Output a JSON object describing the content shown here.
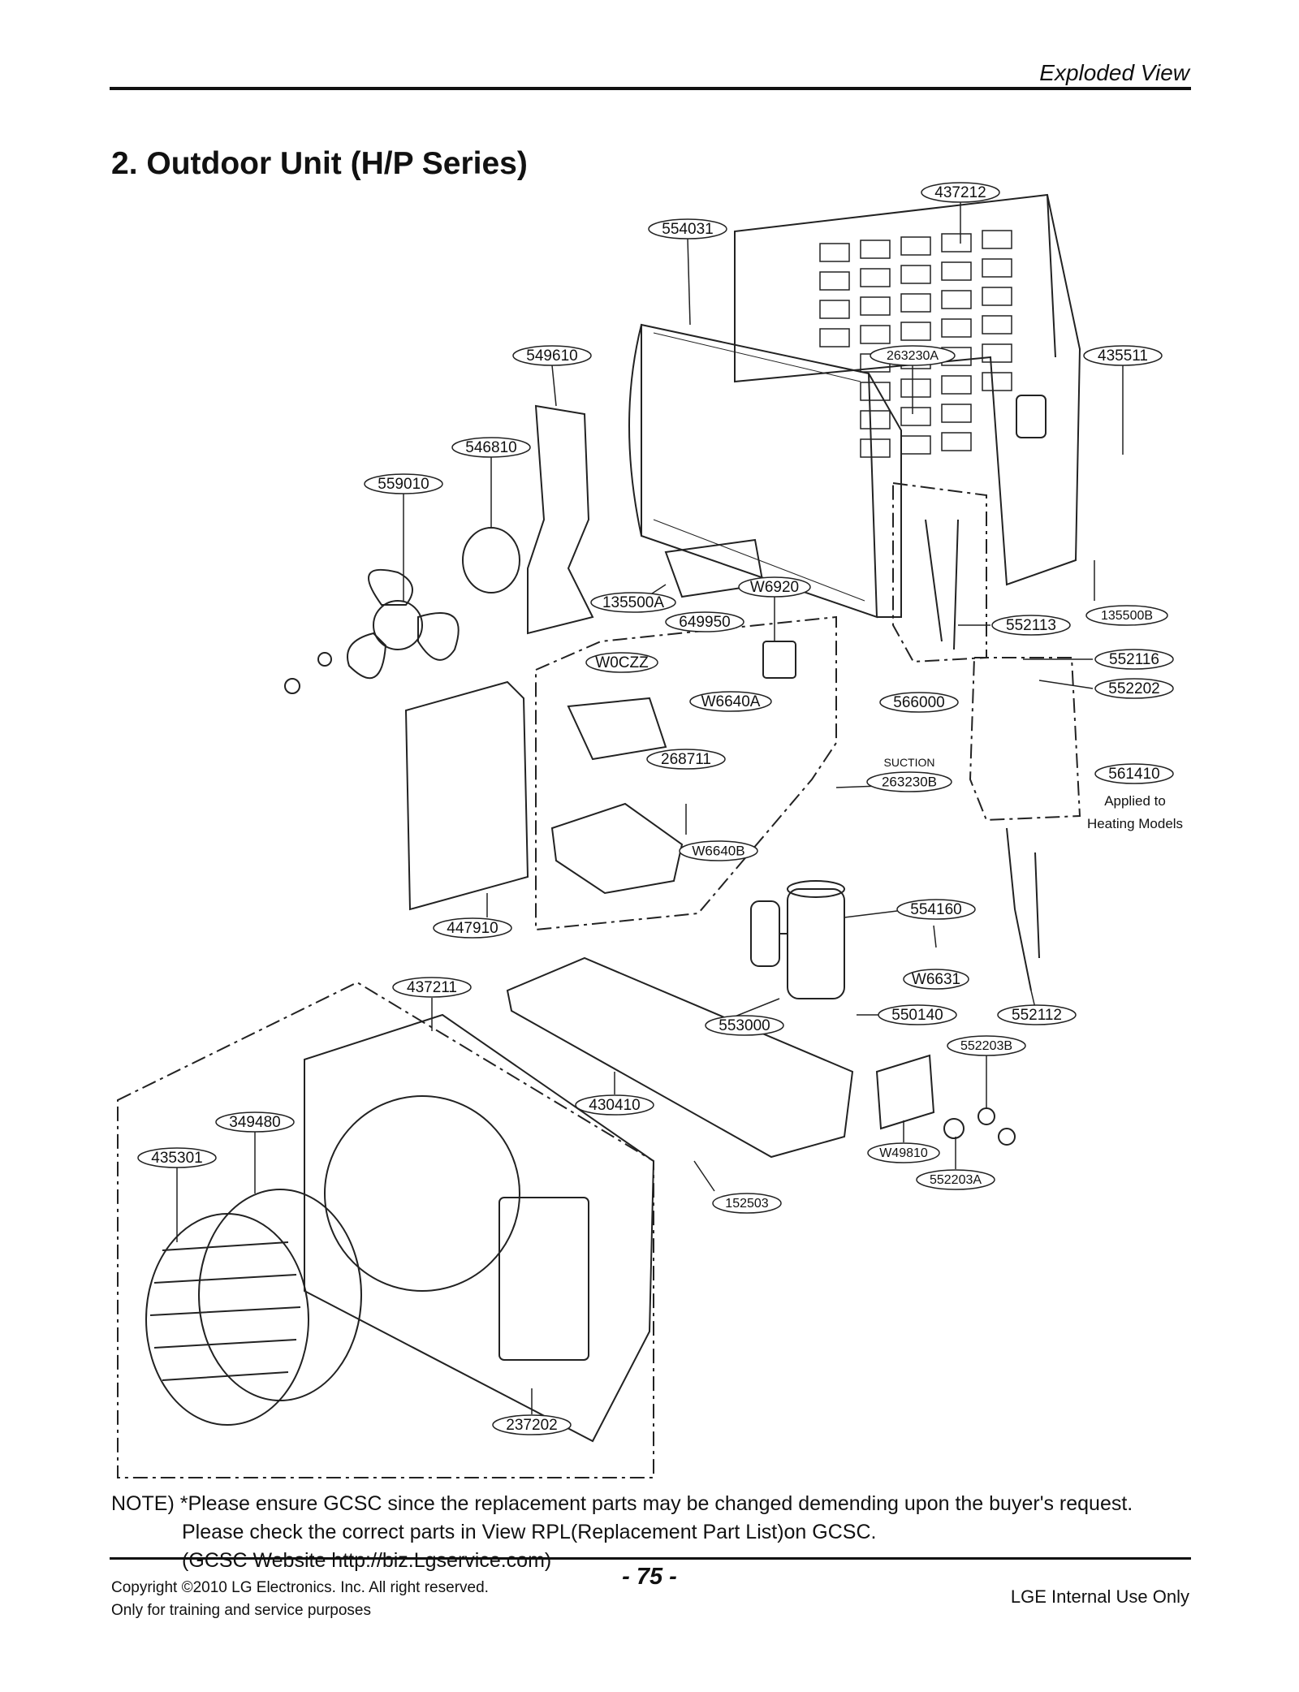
{
  "header": {
    "section": "Exploded View"
  },
  "title": "2. Outdoor Unit (H/P Series)",
  "parts": [
    {
      "id": "p437212",
      "label": "437212"
    },
    {
      "id": "p554031",
      "label": "554031"
    },
    {
      "id": "p549610",
      "label": "549610"
    },
    {
      "id": "p263230A",
      "label": "263230A"
    },
    {
      "id": "p435511",
      "label": "435511"
    },
    {
      "id": "p546810",
      "label": "546810"
    },
    {
      "id": "p559010",
      "label": "559010"
    },
    {
      "id": "p135500A",
      "label": "135500A"
    },
    {
      "id": "pW6920",
      "label": "W6920"
    },
    {
      "id": "p649950",
      "label": "649950"
    },
    {
      "id": "p552113",
      "label": "552113"
    },
    {
      "id": "p135500B",
      "label": "135500B"
    },
    {
      "id": "pW0CZZ",
      "label": "W0CZZ"
    },
    {
      "id": "pW6640A",
      "label": "W6640A"
    },
    {
      "id": "p566000",
      "label": "566000"
    },
    {
      "id": "p552116",
      "label": "552116"
    },
    {
      "id": "p552202",
      "label": "552202"
    },
    {
      "id": "p268711",
      "label": "268711"
    },
    {
      "id": "p263230B",
      "label": "263230B"
    },
    {
      "id": "p561410",
      "label": "561410"
    },
    {
      "id": "pW6640B",
      "label": "W6640B"
    },
    {
      "id": "p554160",
      "label": "554160"
    },
    {
      "id": "p447910",
      "label": "447910"
    },
    {
      "id": "pW6631",
      "label": "W6631"
    },
    {
      "id": "p437211",
      "label": "437211"
    },
    {
      "id": "p553000",
      "label": "553000"
    },
    {
      "id": "p550140",
      "label": "550140"
    },
    {
      "id": "p552112",
      "label": "552112"
    },
    {
      "id": "p552203B",
      "label": "552203B"
    },
    {
      "id": "p430410",
      "label": "430410"
    },
    {
      "id": "p349480",
      "label": "349480"
    },
    {
      "id": "p435301",
      "label": "435301"
    },
    {
      "id": "pW49810",
      "label": "W49810"
    },
    {
      "id": "p552203A",
      "label": "552203A"
    },
    {
      "id": "p152503",
      "label": "152503"
    },
    {
      "id": "p237202",
      "label": "237202"
    }
  ],
  "annotations": {
    "suction": "SUCTION",
    "applied_line1": "Applied to",
    "applied_line2": "Heating Models"
  },
  "note": {
    "line1": "NOTE) *Please ensure GCSC since the replacement parts may be changed demending upon the buyer's request.",
    "line2": "Please check the correct parts in View RPL(Replacement Part List)on GCSC.",
    "line3": "(GCSC Website http://biz.Lgservice.com)"
  },
  "footer": {
    "copyright": "Copyright ©2010 LG Electronics. Inc. All right reserved.",
    "training": "Only for training and service purposes",
    "page": "- 75 -",
    "internal": "LGE Internal Use Only"
  }
}
